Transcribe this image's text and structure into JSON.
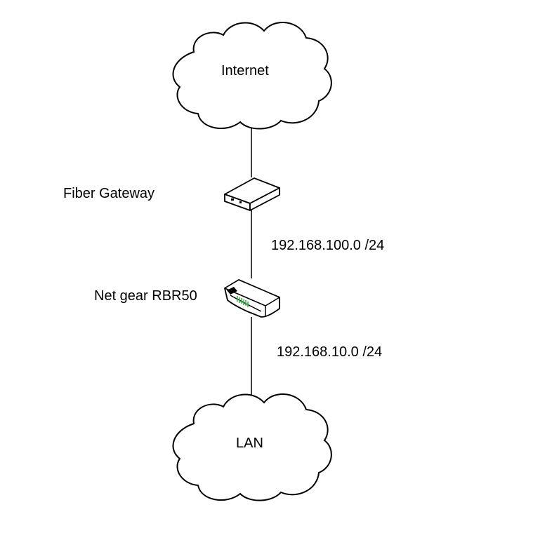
{
  "diagram": {
    "nodes": {
      "internet": {
        "label": "Internet",
        "icon": "cloud-icon"
      },
      "fiber_gateway": {
        "label": "Fiber Gateway",
        "icon": "gateway-device-icon"
      },
      "router": {
        "label": "Net gear RBR50",
        "icon": "router-icon"
      },
      "lan": {
        "label": "LAN",
        "icon": "cloud-icon"
      }
    },
    "links": {
      "gateway_to_router": {
        "subnet": "192.168.100.0 /24"
      },
      "router_to_lan": {
        "subnet": "192.168.10.0 /24"
      }
    },
    "colors": {
      "line": "#000000",
      "device_fill": "#ffffff",
      "router_led": "#3ab54a"
    }
  }
}
